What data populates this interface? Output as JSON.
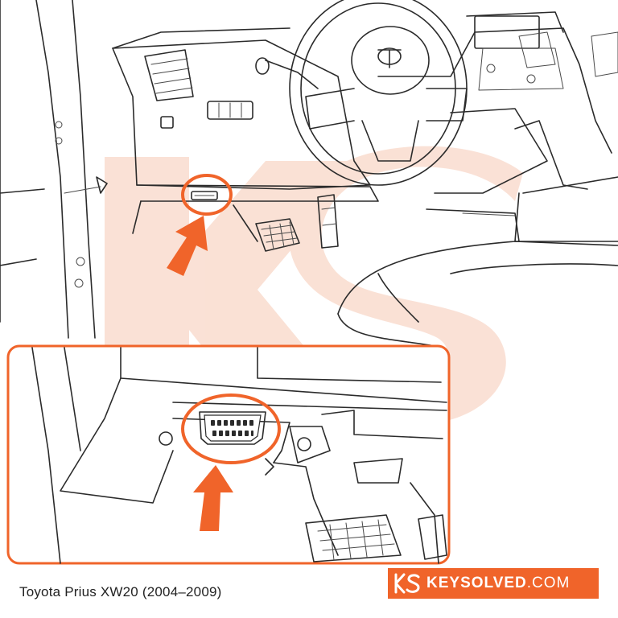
{
  "caption": "Toyota Prius XW20 (2004–2009)",
  "brand": {
    "name": "KEYSOLVED",
    "domain": ".COM"
  },
  "colors": {
    "accent": "#f0642a",
    "watermark": "#f6c9b4",
    "line": "#2b2b2b"
  },
  "icons": {
    "logo": "ks-logo-icon",
    "arrow": "arrow-up-right-icon",
    "port": "obd2-port-icon"
  }
}
